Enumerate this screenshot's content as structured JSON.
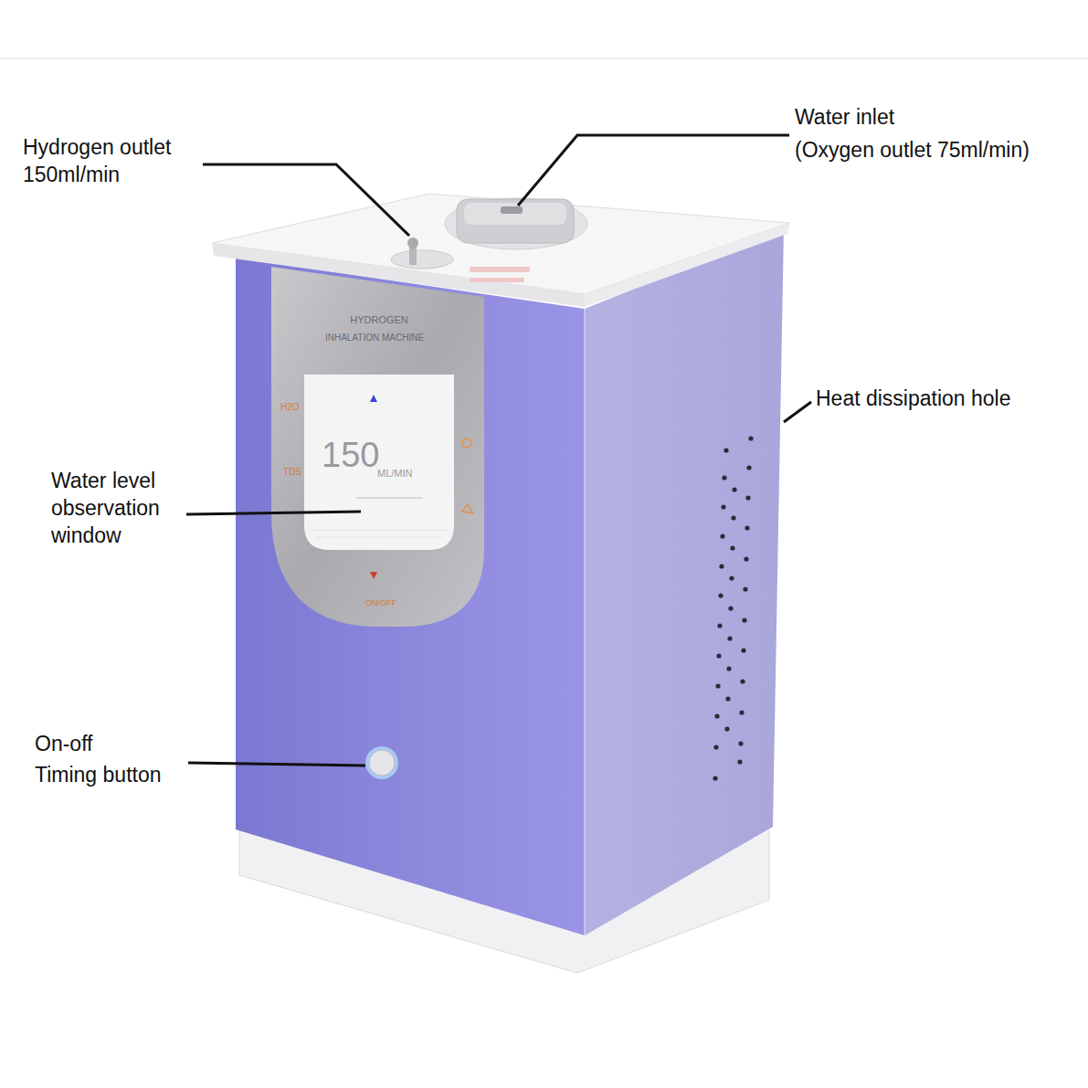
{
  "diagram": {
    "labels": [
      "Hydrogen outlet 150ml/min",
      "Water inlet",
      "(Oxygen outlet 75ml/min)",
      "Heat dissipation hole",
      "Water level observation window",
      "On-off",
      "Timing button",
      "HYDROGEN",
      "INHALATION MACHINE",
      "150",
      "ML/MIN",
      "H2O",
      "TDS",
      "ON/OFF"
    ]
  }
}
